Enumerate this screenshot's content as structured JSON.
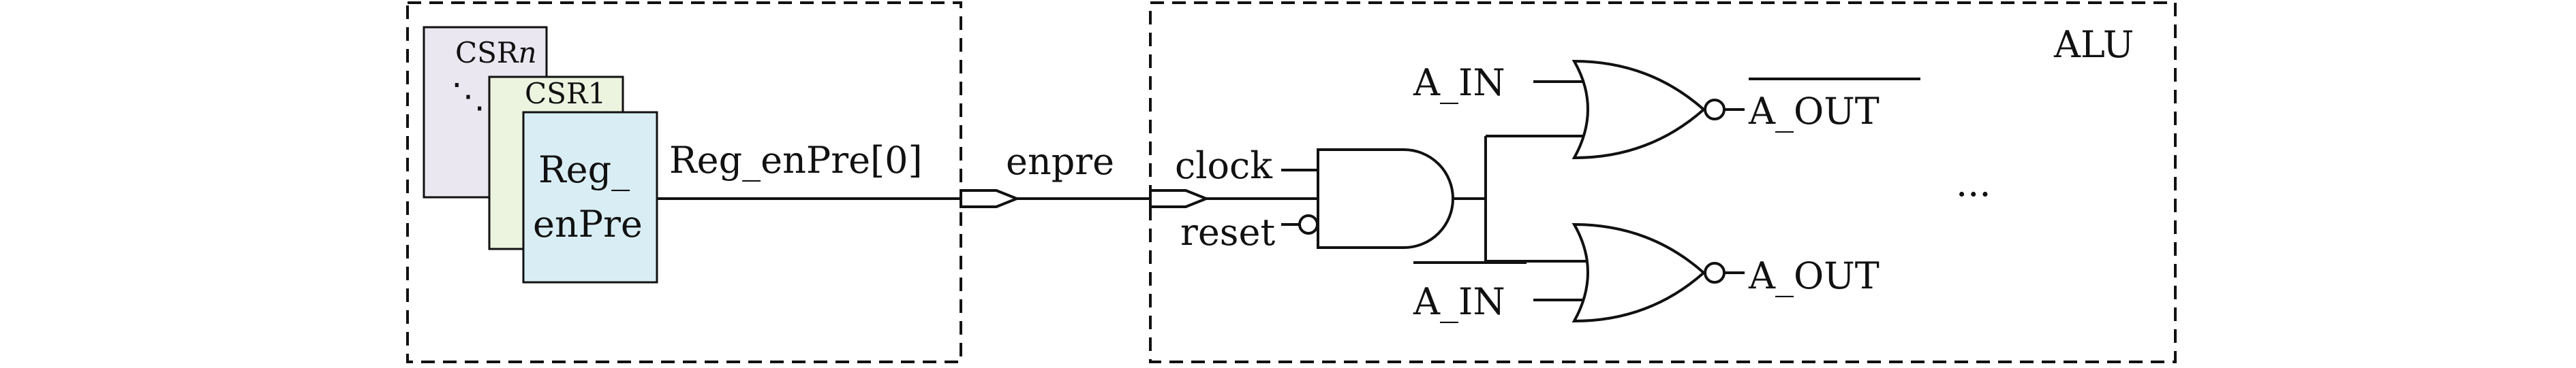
{
  "left_module": {
    "csr_stack": {
      "back_card_label": "CSR",
      "back_card_italic": "n",
      "dots": "⋱",
      "mid_card_label": "CSR1",
      "front_card_line1": "Reg_",
      "front_card_line2": "enPre"
    },
    "output_signal": "Reg_enPre[0]"
  },
  "link_signal": "enpre",
  "alu_module": {
    "title": "ALU",
    "and_inputs": {
      "clock": "clock",
      "reset": "reset"
    },
    "top_nor": {
      "input": "A_IN",
      "output": "A_OUT",
      "output_overlined": true
    },
    "bottom_nor": {
      "input": "A_IN",
      "input_overlined": true,
      "output": "A_OUT"
    },
    "continuation": "..."
  },
  "colors": {
    "csr_back": "#ebe7f1",
    "csr_mid": "#ecf3df",
    "csr_front": "#d9eef4"
  }
}
